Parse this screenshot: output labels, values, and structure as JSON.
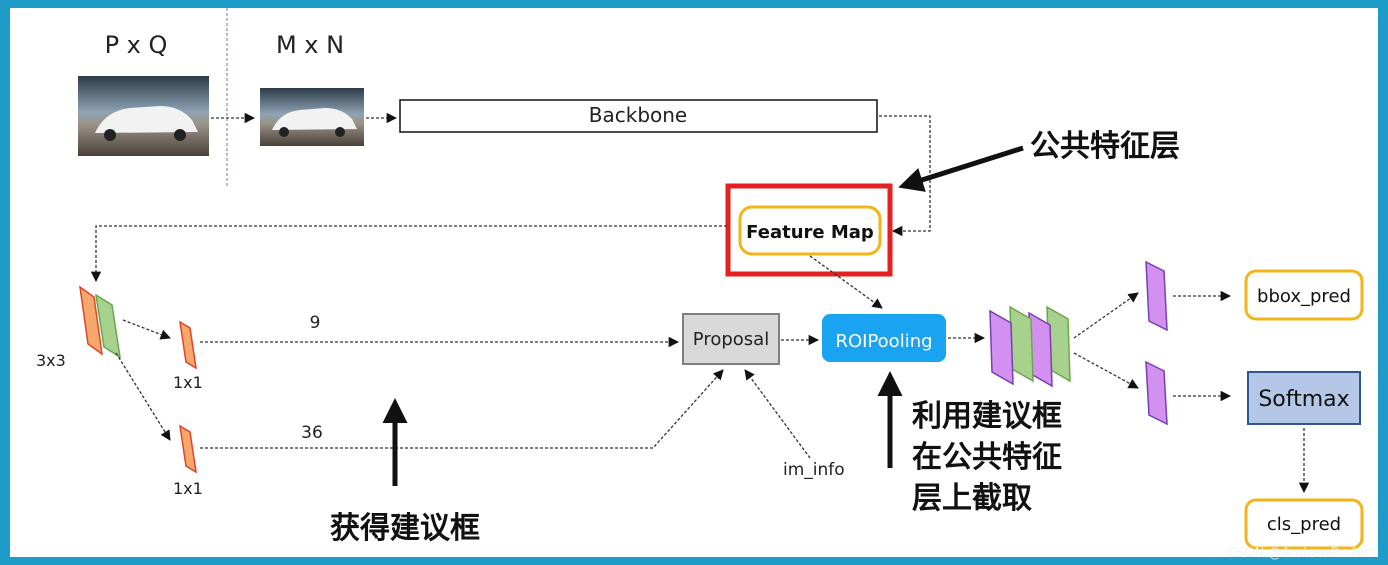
{
  "labels": {
    "pq": "P x Q",
    "mn": "M x N",
    "backbone": "Backbone",
    "feature_map": "Feature Map",
    "public_feature_layer": "公共特征层",
    "conv3x3": "3x3",
    "conv1x1_top": "1x1",
    "conv1x1_bottom": "1x1",
    "num_top": "9",
    "num_bottom": "36",
    "proposal": "Proposal",
    "roipooling": "ROIPooling",
    "im_info": "im_info",
    "bbox_pred": "bbox_pred",
    "softmax": "Softmax",
    "cls_pred": "cls_pred",
    "get_proposals": "获得建议框",
    "crop_line1": "利用建议框",
    "crop_line2": "在公共特征",
    "crop_line3": "层上截取"
  },
  "watermark": "CSDN @AndrewPerfect",
  "colors": {
    "frame": "#1e9cc8",
    "highlight_box": "#e62020",
    "yellow_border": "#f2b418",
    "roipooling_fill": "#1aa3f0",
    "softmax_fill": "#b4c7e7",
    "proposal_fill": "#d9d9d9",
    "orange": "#f5a76c",
    "green": "#a9d18e",
    "violet": "#d291f0"
  },
  "icons": [
    "car-photo",
    "car-photo"
  ]
}
